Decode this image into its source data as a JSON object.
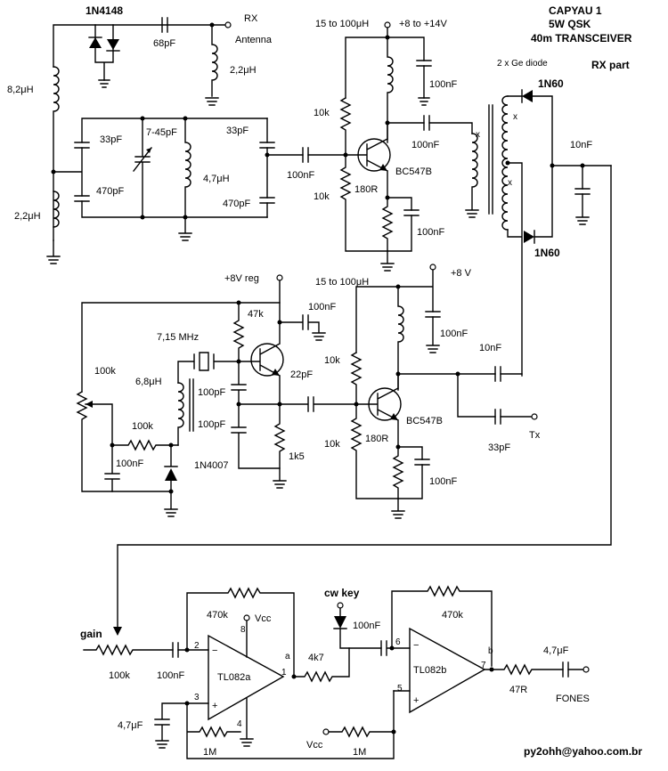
{
  "title": {
    "line1": "CAPYAU 1",
    "line2": "5W QSK",
    "line3": "40m TRANSCEIVER",
    "line4": "RX part"
  },
  "supply": {
    "rf_amp": "+8 to +14V",
    "osc_reg": "+8V reg",
    "mixer_amp": "+8 V",
    "vcc_label": "Vcc"
  },
  "rf_section": {
    "diode_pair": "1N4148",
    "antenna_label": "RX",
    "antenna_sub": "Antenna",
    "c_ant": "68pF",
    "l_ant": "2,2μH",
    "l_top": "8,2μH",
    "l_bot": "2,2μH",
    "c_33a": "33pF",
    "c_470a": "470pF",
    "c_var": "7-45pF",
    "l_tank": "4,7μH",
    "c_33b": "33pF",
    "c_470b": "470pF",
    "c_cpl": "100nF"
  },
  "rf_amp": {
    "l_choke": "15 to 100μH",
    "r_top": "10k",
    "r_bot": "10k",
    "transistor": "BC547B",
    "r_emit": "180R",
    "c_emit": "100nF",
    "c_supply": "100nF",
    "c_out": "100nF"
  },
  "detector": {
    "diode_note": "2 x Ge diode",
    "d1": "1N60",
    "d2": "1N60",
    "c_out": "10nF",
    "mark": "x"
  },
  "oscillator": {
    "r_47k": "47k",
    "c_100n": "100nF",
    "xtal": "7,15 MHz",
    "pot": "100k",
    "l_68": "6,8μH",
    "c_100p_a": "100pF",
    "c_100p_b": "100pF",
    "c_22p": "22pF",
    "r_100k": "100k",
    "c_100nF": "100nF",
    "diode": "1N4007",
    "r_1k5": "1k5"
  },
  "buffer_amp": {
    "l_choke": "15 to 100μH",
    "c_supply": "100nF",
    "r_top": "10k",
    "r_bot": "10k",
    "transistor": "BC547B",
    "r_emit": "180R",
    "c_emit": "100nF",
    "c_out": "10nF",
    "c_tx": "33pF",
    "tx_label": "Tx"
  },
  "audio": {
    "gain_label": "gain",
    "gain_pot": "100k",
    "c_in": "100nF",
    "r_fb_a": "470k",
    "opamp_a": "TL082a",
    "pin2": "2",
    "pin3": "3",
    "pin1": "1",
    "pin4": "4",
    "pin8": "8",
    "node_a": "a",
    "r_4k7": "4k7",
    "cw_key": "cw key",
    "c_key": "100nF",
    "r_fb_b": "470k",
    "opamp_b": "TL082b",
    "pin6": "6",
    "pin5": "5",
    "pin7": "7",
    "node_b": "b",
    "c_bias": "4,7μF",
    "r_1m_a": "1M",
    "r_1m_b": "1M",
    "r_out": "47R",
    "c_out": "4,7μF",
    "fones": "FONES",
    "minus": "−",
    "plus": "+"
  },
  "footer": {
    "email": "py2ohh@yahoo.com.br"
  }
}
